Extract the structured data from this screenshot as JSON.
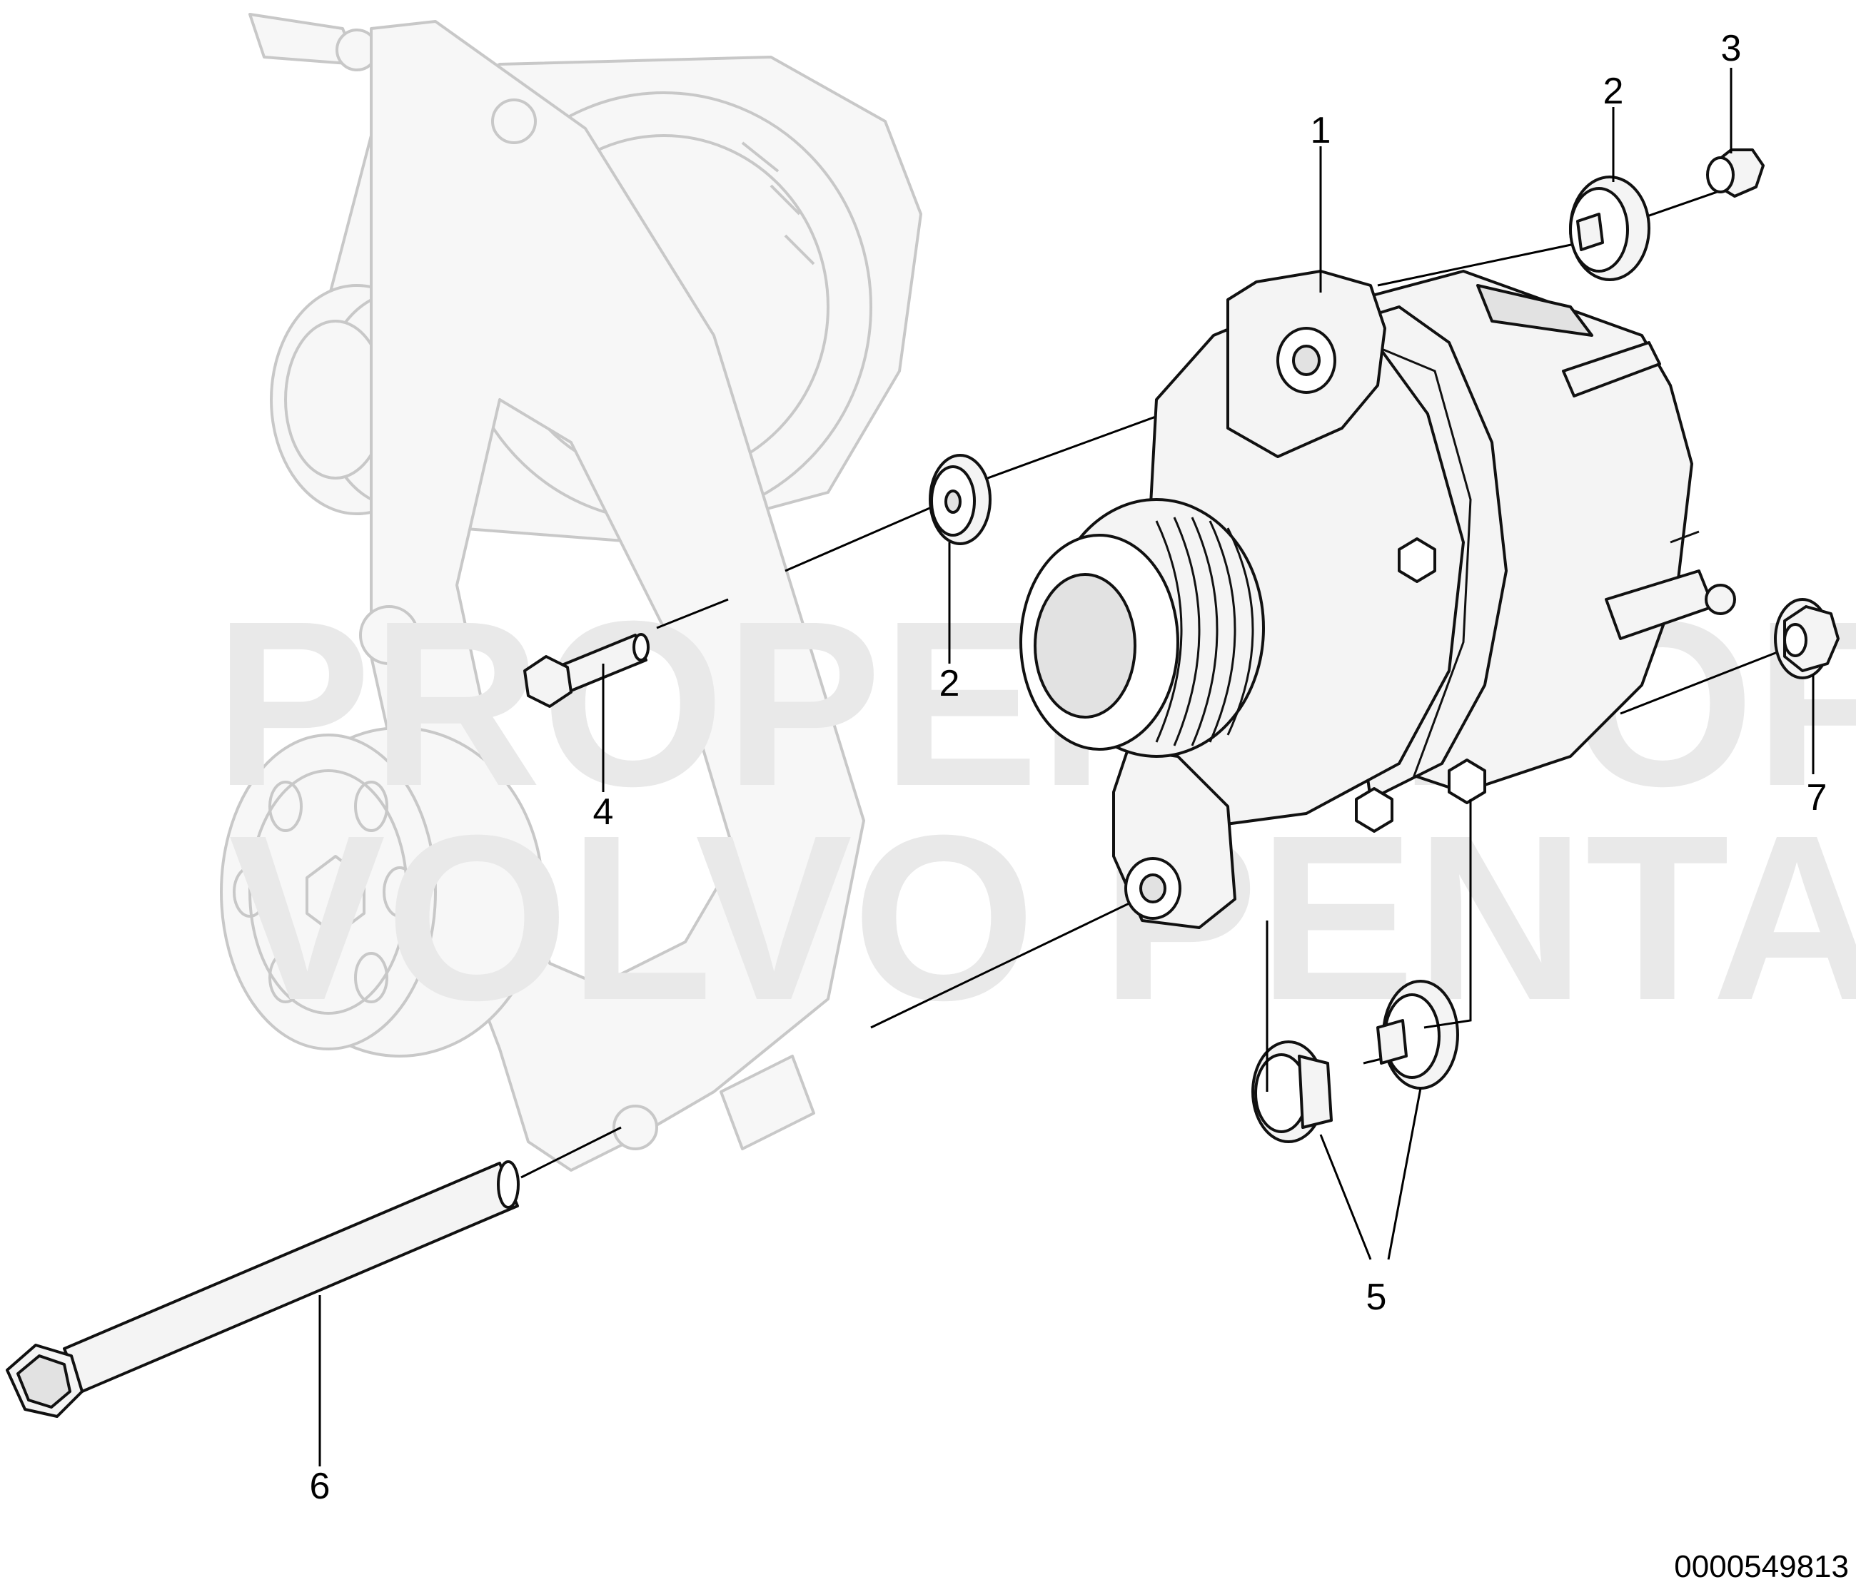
{
  "watermark": {
    "line1": "PROPERTY OF",
    "line2": "VOLVO PENTA"
  },
  "callouts": {
    "c1": "1",
    "c2a": "2",
    "c2b": "2",
    "c3": "3",
    "c4": "4",
    "c5": "5",
    "c6": "6",
    "c7": "7"
  },
  "document_number": "0000549813",
  "colors": {
    "line": "#111111",
    "ghost": "#c8c8c8",
    "watermark": "#e9e9e9"
  }
}
